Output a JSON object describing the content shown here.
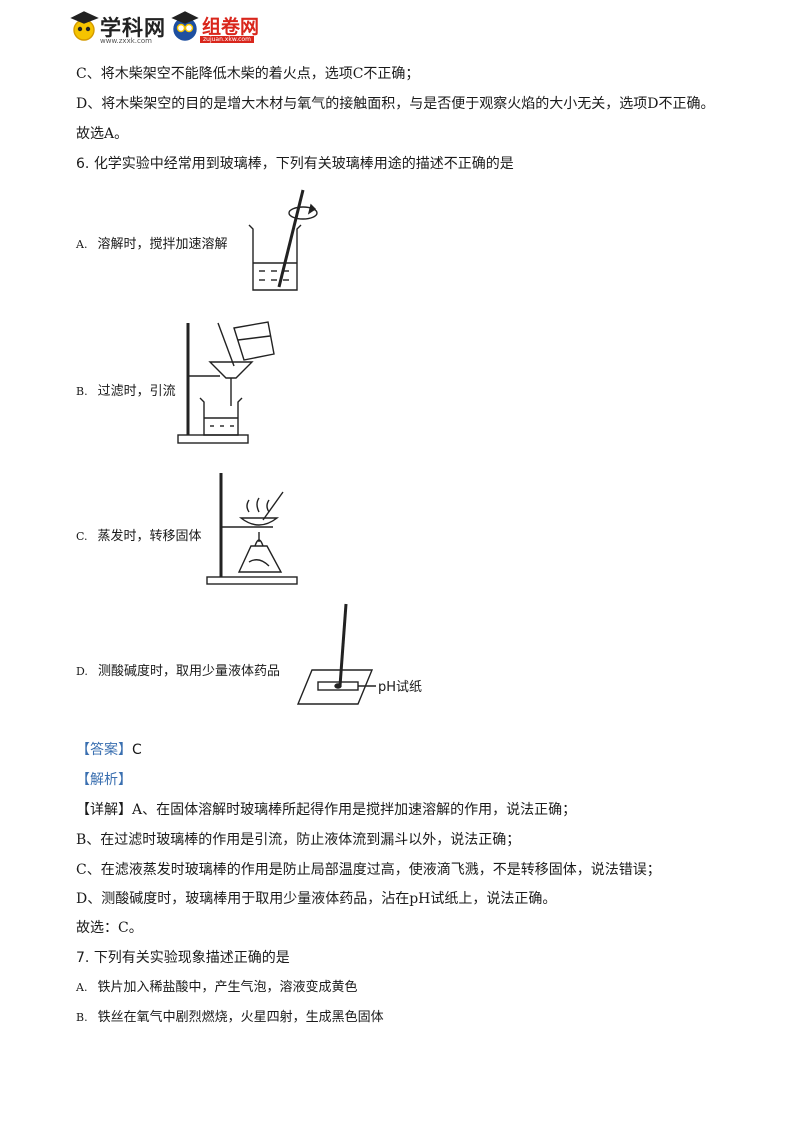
{
  "header": {
    "logo1_text": "学科网",
    "logo1_url": "www.zxxk.com",
    "logo2_text": "组卷网",
    "logo2_sub": "zujuan.xkw.com"
  },
  "prev": {
    "line_c": "C、将木柴架空不能降低木柴的着火点，选项C不正确；",
    "line_d": "D、将木柴架空的目的是增大木材与氧气的接触面积，与是否便于观察火焰的大小无关，选项D不正确。",
    "conclusion": "故选A。"
  },
  "q6": {
    "number": "6.",
    "stem": "化学实验中经常用到玻璃棒，下列有关玻璃棒用途的描述不正确的是",
    "options": [
      {
        "letter": "A.",
        "text": "溶解时，搅拌加速溶解"
      },
      {
        "letter": "B.",
        "text": "过滤时，引流"
      },
      {
        "letter": "C.",
        "text": "蒸发时，转移固体"
      },
      {
        "letter": "D.",
        "text": "测酸碱度时，取用少量液体药品"
      }
    ],
    "ph_label": "pH试纸",
    "answer_label": "【答案】",
    "answer_value": "C",
    "analysis_label": "【解析】",
    "detail_label": "【详解】",
    "detail_a": "A、在固体溶解时玻璃棒所起得作用是搅拌加速溶解的作用，说法正确；",
    "detail_b": "B、在过滤时玻璃棒的作用是引流，防止液体流到漏斗以外，说法正确；",
    "detail_c": "C、在滤液蒸发时玻璃棒的作用是防止局部温度过高，使液滴飞溅，不是转移固体，说法错误；",
    "detail_d": "D、测酸碱度时，玻璃棒用于取用少量液体药品，沾在pH试纸上，说法正确。",
    "conclusion": "故选：C。"
  },
  "q7": {
    "number": "7.",
    "stem": "下列有关实验现象描述正确的是",
    "options": [
      {
        "letter": "A.",
        "text": "铁片加入稀盐酸中，产生气泡，溶液变成黄色"
      },
      {
        "letter": "B.",
        "text": "铁丝在氧气中剧烈燃烧，火星四射，生成黑色固体"
      }
    ]
  }
}
